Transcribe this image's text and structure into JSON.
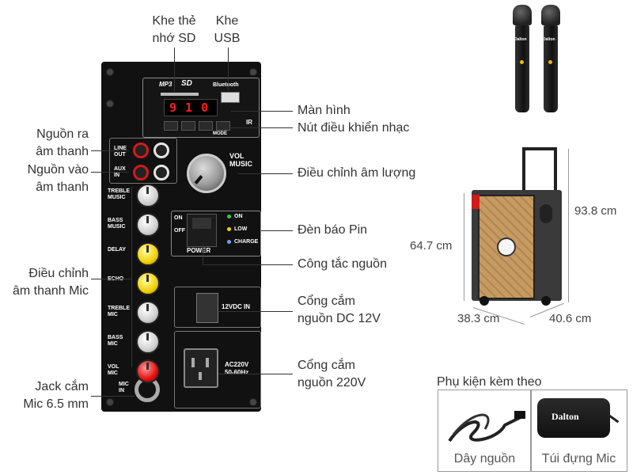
{
  "labels": {
    "sd_slot": "Khe thẻ\nnhớ SD",
    "usb_slot": "Khe\nUSB",
    "screen": "Màn hình",
    "music_buttons": "Nút điều khiển nhạc",
    "audio_out": "Nguồn ra\nâm thanh",
    "audio_in": "Nguồn vào\nâm thanh",
    "volume": "Điều chỉnh âm lượng",
    "battery_light": "Đèn báo Pin",
    "power_switch": "Công tắc nguồn",
    "mic_adjust": "Điều chỉnh\nâm thanh Mic",
    "dc_port": "Cổng cắm\nnguồn DC 12V",
    "ac_port": "Cổng cắm\nnguồn 220V",
    "mic_jack": "Jack cắm\nMic 6.5 mm"
  },
  "panel": {
    "display": "9 1 0",
    "bluetooth": "Bluetooth",
    "sd": "SD",
    "mode": "MODE",
    "ir": "IR",
    "line_out": "LINE\nOUT",
    "aux_in": "AUX\nIN",
    "vol_music": "VOL\nMUSIC",
    "on": "ON",
    "off": "OFF",
    "power": "POWER",
    "led_on": "ON",
    "led_low": "LOW",
    "led_charge": "CHARGE",
    "dc_in": "12VDC IN",
    "ac_in": "AC220V\n50-60Hz",
    "knobs": [
      "TREBLE\nMUSIC",
      "BASS\nMUSIC",
      "DELAY",
      "ECHO",
      "TREBLE\nMIC",
      "BASS\nMIC",
      "VOL\nMIC"
    ],
    "mic_in": "MIC\nIN"
  },
  "dimensions": {
    "height_total": "93.8 cm",
    "height_body": "64.7 cm",
    "width": "38.3 cm",
    "depth": "40.6 cm"
  },
  "accessories": {
    "title": "Phụ kiện kèm theo",
    "cable": "Dây nguồn",
    "bag": "Túi đựng Mic",
    "bag_brand": "Dalton",
    "mic_brand": "Dalton"
  },
  "colors": {
    "panel": "#111111",
    "accent_red": "#d01b1b",
    "accent_yellow": "#f2d100",
    "wood": "#c69a63"
  }
}
